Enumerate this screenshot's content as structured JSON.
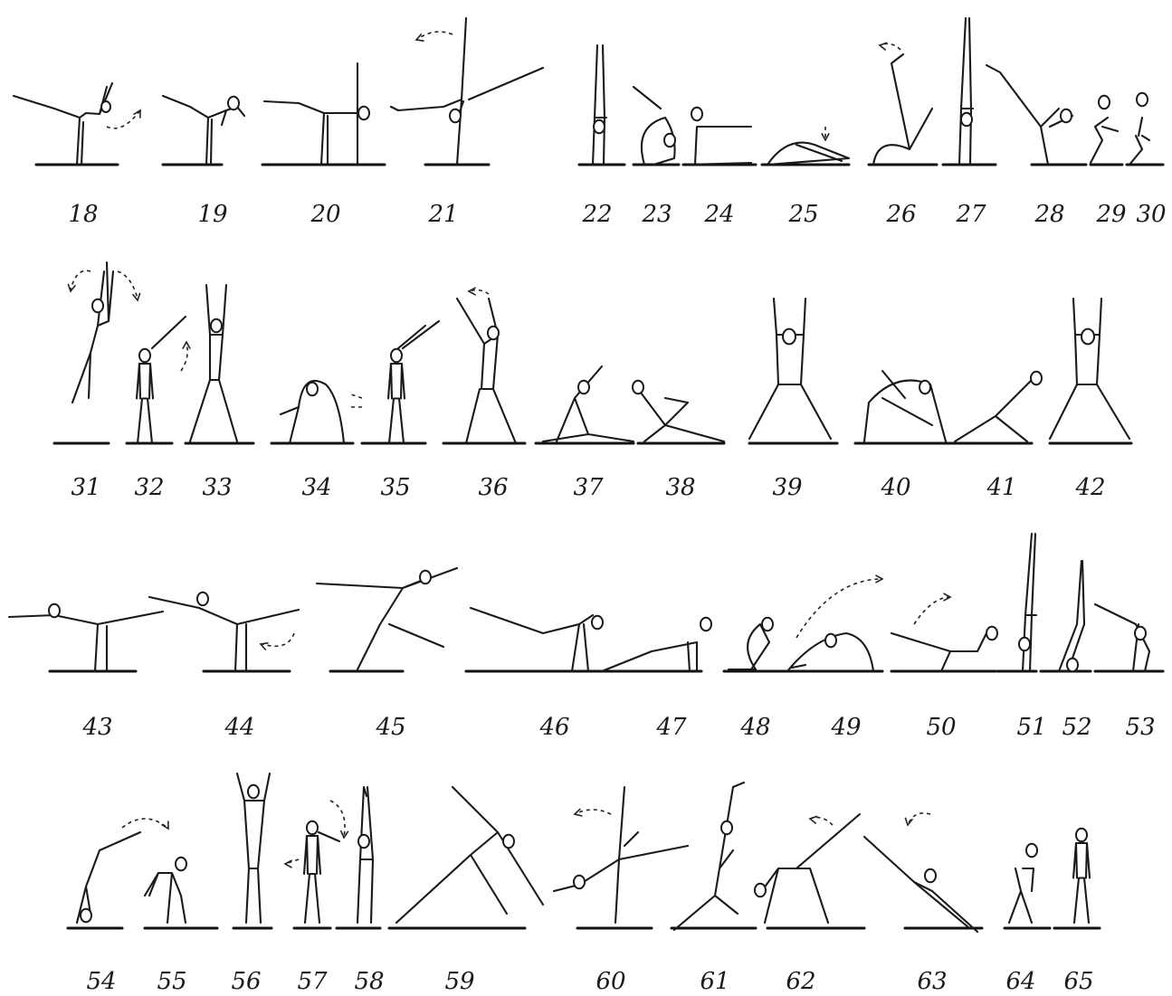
{
  "rows": [
    {
      "labels": [
        "18",
        "19",
        "20",
        "21",
        "22",
        "23",
        "24",
        "25",
        "26",
        "27",
        "28",
        "29",
        "30"
      ]
    },
    {
      "labels": [
        "31",
        "32",
        "33",
        "34",
        "35",
        "36",
        "37",
        "38",
        "39",
        "40",
        "41",
        "42"
      ]
    },
    {
      "labels": [
        "43",
        "44",
        "45",
        "46",
        "47",
        "48",
        "49",
        "50",
        "51",
        "52",
        "53"
      ]
    },
    {
      "labels": [
        "54",
        "55",
        "56",
        "57",
        "58",
        "59",
        "60",
        "61",
        "62",
        "63",
        "64",
        "65"
      ]
    }
  ],
  "colors": {
    "ink": "#1a1a1a",
    "paper": "#ffffff"
  }
}
